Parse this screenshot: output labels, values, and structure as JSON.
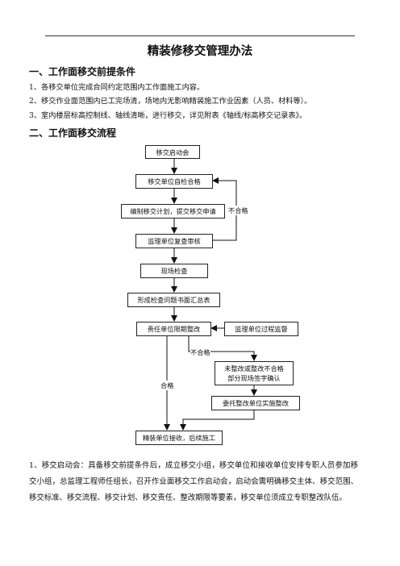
{
  "doc": {
    "title": "精装修移交管理办法",
    "section1": {
      "heading": "一、工作面移交前提条件",
      "items": [
        "1、各移交单位完成合同约定范围内工作面施工内容。",
        "2、移交作业面范围内已工完场清，场地内无影响精装施工作业因素（人员、材料等）。",
        "3、室内楼层标高控制线、轴线清晰，进行移交，详见附表《轴线/标高移交记录表》。"
      ]
    },
    "section2": {
      "heading": "二、工作面移交流程"
    },
    "flow": {
      "start": "移交启动会",
      "self_check": "移交单位自检合格",
      "plan": "编制移交计划，提交移交申请",
      "review": "监理单位复查审核",
      "onsite": "现场检查",
      "summary": "形成检查问题书面汇总表",
      "rectify": "责任单位限期整改",
      "supervise": "监理单位过程监督",
      "unrectified_line1": "未整改或整改不合格",
      "unrectified_line2": "部分现场签字确认",
      "entrust": "委托整改单位实施整改",
      "accept": "精装单位接收，后续施工",
      "label_fail_1": "不合格",
      "label_fail_2": "不合格",
      "label_pass": "合格"
    },
    "paragraph": "1、移交启动会：具备移交前提条件后，成立移交小组，移交单位和接收单位安排专职人员参加移交小组，总监理工程师任组长，召开作业面移交工作启动会，启动会需明确移交主体、移交范围、移交标准、移交流程、移交计划、移交责任、整改期限等要素，移交单位须成立专职整改队伍。"
  }
}
